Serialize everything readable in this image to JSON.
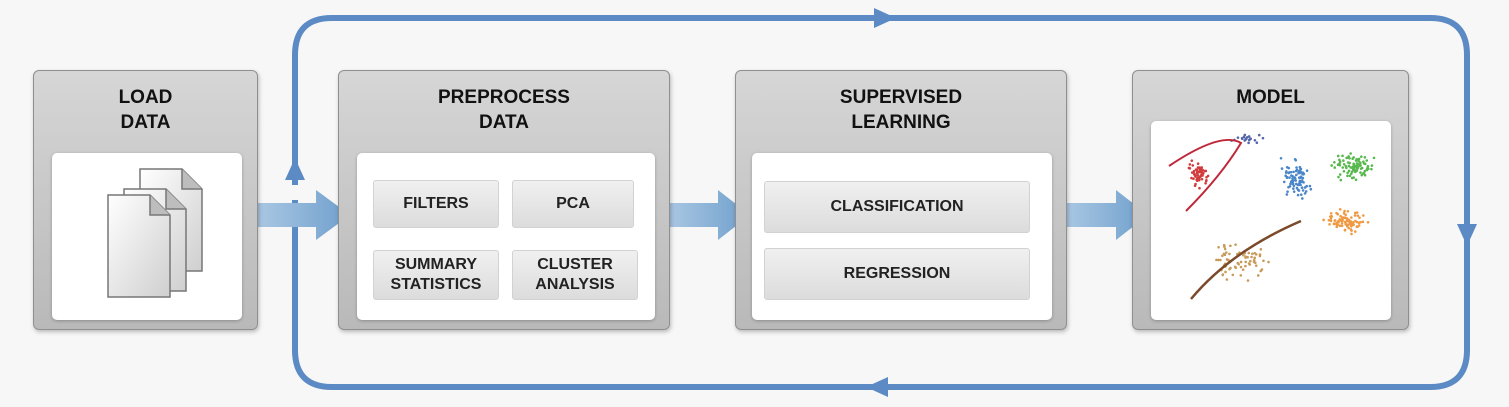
{
  "stages": [
    {
      "title": "LOAD\nDATA",
      "icon": "documents-icon"
    },
    {
      "title": "PREPROCESS\nDATA",
      "methods": [
        "FILTERS",
        "PCA",
        "SUMMARY\nSTATISTICS",
        "CLUSTER\nANALYSIS"
      ]
    },
    {
      "title": "SUPERVISED\nLEARNING",
      "methods": [
        "CLASSIFICATION",
        "REGRESSION"
      ]
    },
    {
      "title": "MODEL",
      "icon": "model-plot-icon"
    }
  ],
  "colors": {
    "loop": "#5b8ac4",
    "flow_arrow": "#8db3d8",
    "stage_bg": "#c8c8c8"
  }
}
